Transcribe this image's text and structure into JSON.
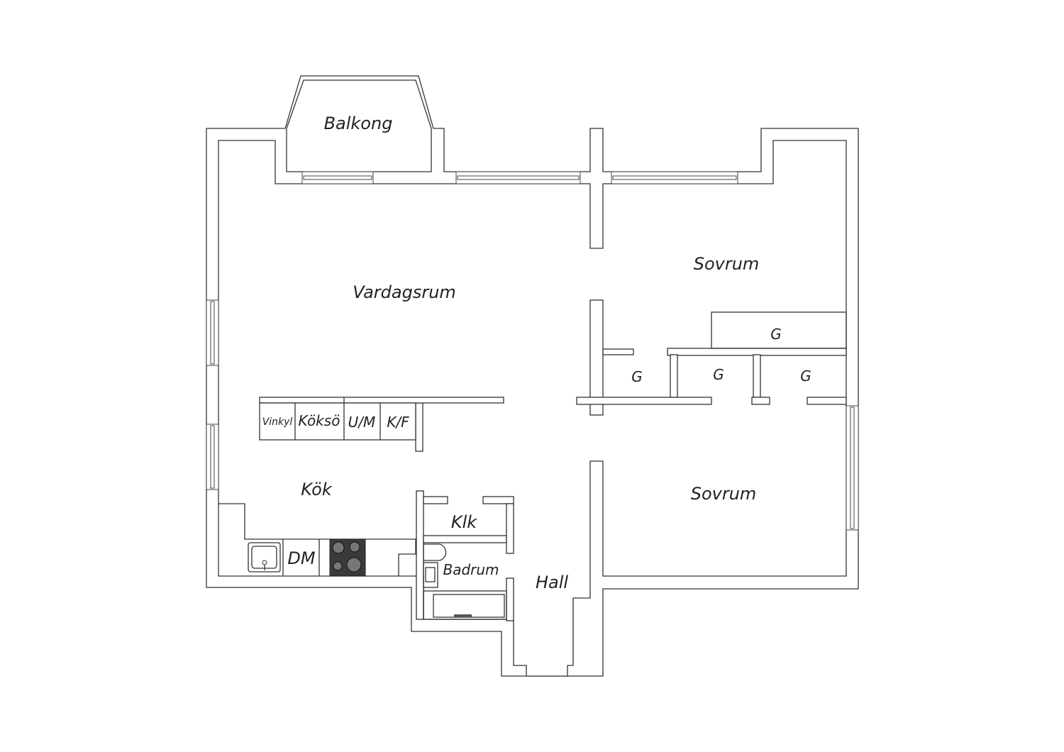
{
  "floor_plan": {
    "rooms": {
      "balcony": "Balkong",
      "living_room": "Vardagsrum",
      "bedroom_1": "Sovrum",
      "bedroom_2": "Sovrum",
      "kitchen": "Kök",
      "closet_wardrobe": "Klk",
      "bathroom": "Badrum",
      "hall": "Hall"
    },
    "wardrobes": [
      "G",
      "G",
      "G",
      "G"
    ],
    "kitchen_units": {
      "wine_fridge": "Vinkyl",
      "kitchen_island": "Köksö",
      "oven_microwave": "U/M",
      "fridge_freezer": "K/F",
      "dishwasher": "DM"
    },
    "colors": {
      "wall_line": "#333333",
      "stove": "#3a3a3a",
      "background": "#ffffff"
    }
  }
}
